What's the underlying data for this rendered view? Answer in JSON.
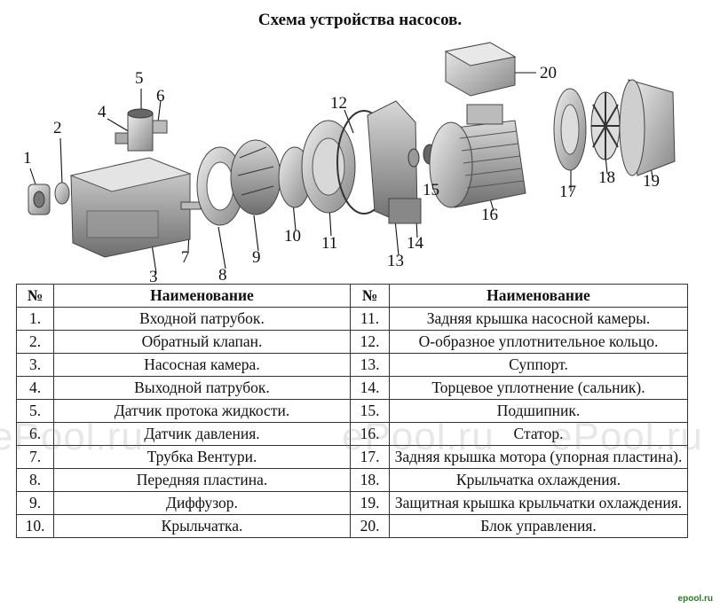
{
  "title": "Схема устройства насосов.",
  "diagram": {
    "labels": [
      "1",
      "2",
      "3",
      "4",
      "5",
      "6",
      "7",
      "8",
      "9",
      "10",
      "11",
      "12",
      "13",
      "14",
      "15",
      "16",
      "17",
      "18",
      "19",
      "20"
    ]
  },
  "table": {
    "headers": [
      "№",
      "Наименование",
      "№",
      "Наименование"
    ],
    "rows": [
      {
        "n1": "1.",
        "name1": "Входной патрубок.",
        "n2": "11.",
        "name2": "Задняя крышка насосной камеры."
      },
      {
        "n1": "2.",
        "name1": "Обратный клапан.",
        "n2": "12.",
        "name2": "О-образное уплотнительное кольцо."
      },
      {
        "n1": "3.",
        "name1": "Насосная камера.",
        "n2": "13.",
        "name2": "Суппорт."
      },
      {
        "n1": "4.",
        "name1": "Выходной патрубок.",
        "n2": "14.",
        "name2": "Торцевое уплотнение (сальник)."
      },
      {
        "n1": "5.",
        "name1": "Датчик протока жидкости.",
        "n2": "15.",
        "name2": "Подшипник."
      },
      {
        "n1": "6.",
        "name1": "Датчик давления.",
        "n2": "16.",
        "name2": "Статор."
      },
      {
        "n1": "7.",
        "name1": "Трубка Вентури.",
        "n2": "17.",
        "name2": "Задняя крышка мотора (упорная пластина)."
      },
      {
        "n1": "8.",
        "name1": "Передняя пластина.",
        "n2": "18.",
        "name2": "Крыльчатка охлаждения."
      },
      {
        "n1": "9.",
        "name1": "Диффузор.",
        "n2": "19.",
        "name2": "Защитная крышка крыльчатки охлаждения."
      },
      {
        "n1": "10.",
        "name1": "Крыльчатка.",
        "n2": "20.",
        "name2": "Блок управления."
      }
    ]
  },
  "watermark": "ePool.ru",
  "badge": "epool.ru"
}
